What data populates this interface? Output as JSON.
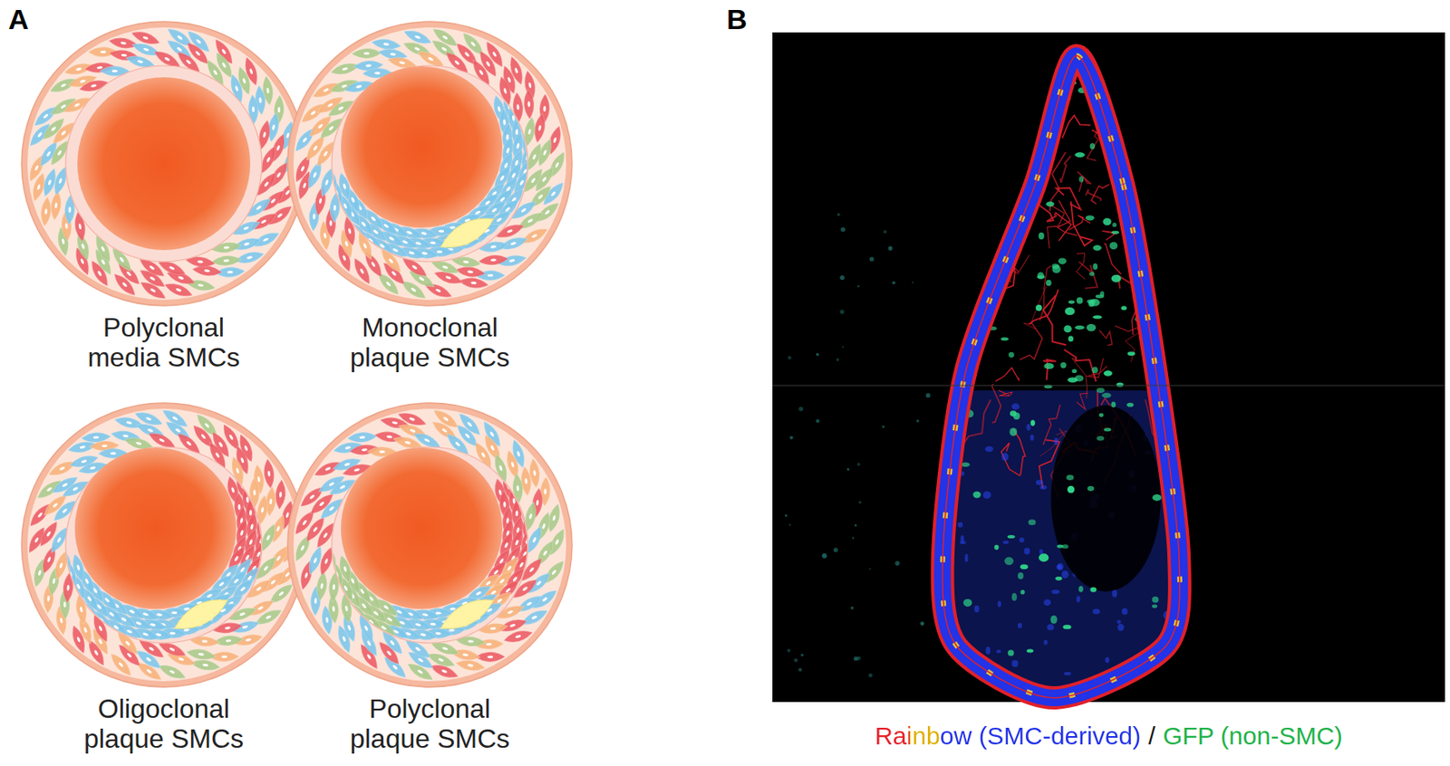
{
  "diagram": {
    "nodes": [
      {
        "text": [
          "Polyclonal media SMCs"
        ]
      },
      {
        "text": [
          "Monoclonal plaque SMCs"
        ]
      },
      {
        "text": [
          "Oligoclonal plaque SMCs"
        ]
      },
      {
        "text": [
          "Polyclonal plaque SMCs"
        ]
      }
    ],
    "labels": [
      "A",
      "B",
      "Rainbow (SMC-derived)",
      "/",
      "GFP (non-SMC)"
    ]
  }
}
